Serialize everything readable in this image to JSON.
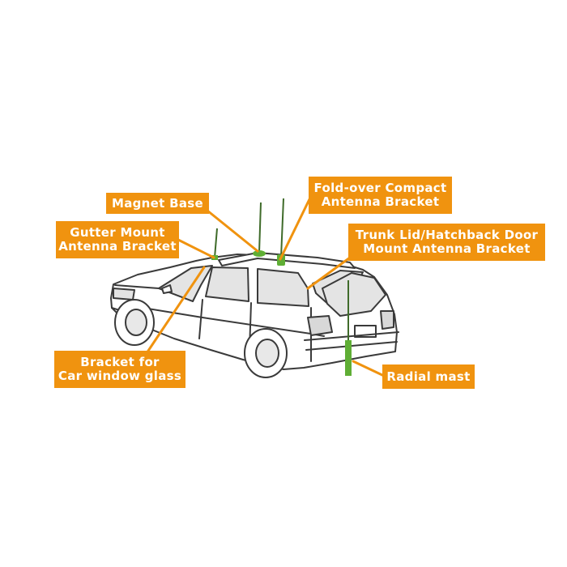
{
  "colors": {
    "label_bg": "#f0930f",
    "label_text": "#ffffff",
    "leader_line": "#f0930f",
    "car_outline": "#3a3a3a",
    "car_body": "#ffffff",
    "glass": "#e4e4e4",
    "antenna": "#3f6b2a",
    "antenna_base": "#5fae35"
  },
  "labels": {
    "magnet_base": "Magnet Base",
    "fold_over": [
      "Fold-over Compact",
      "Antenna Bracket"
    ],
    "gutter_mount": [
      "Gutter Mount",
      "Antenna Bracket"
    ],
    "trunk_lid": [
      "Trunk Lid/Hatchback Door",
      "Mount Antenna Bracket"
    ],
    "window_glass": [
      "Bracket for",
      "Car window glass"
    ],
    "radial_mast": "Radial mast"
  }
}
